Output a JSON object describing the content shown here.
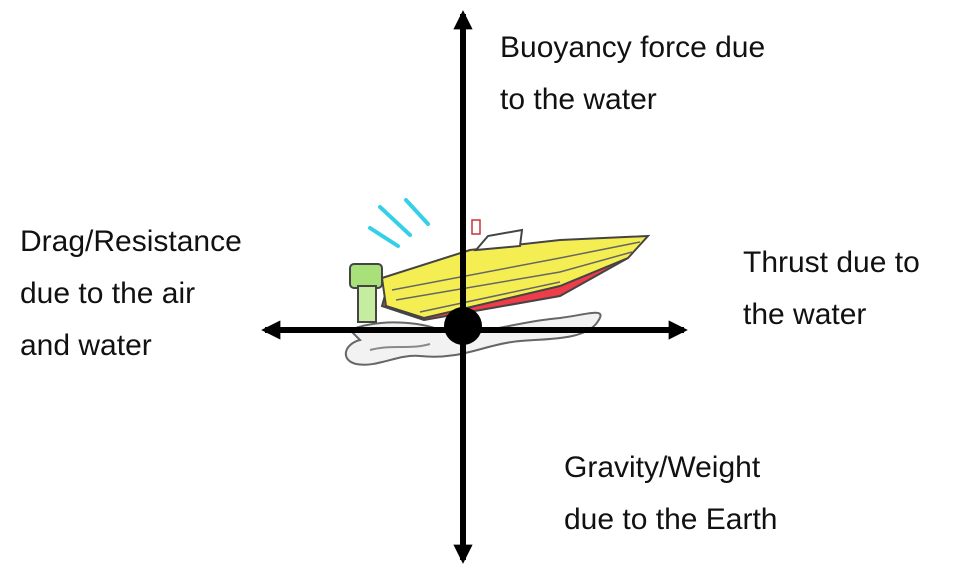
{
  "diagram": {
    "forces": {
      "up": {
        "lines": [
          "Buoyancy force due",
          "to the water"
        ]
      },
      "left": {
        "lines": [
          "Drag/Resistance",
          "due to the air",
          "and water"
        ]
      },
      "right": {
        "lines": [
          "Thrust due to",
          "the water"
        ]
      },
      "down": {
        "lines": [
          "Gravity/Weight",
          "due to the Earth"
        ]
      }
    },
    "colors": {
      "arrow": "#000000",
      "hull_top": "#f5ee52",
      "hull_bottom": "#ef3c4a",
      "motor": "#a8e07a",
      "splash": "#f2f2f2",
      "speed_lines": "#35d0e8"
    },
    "icons": [
      "boat-icon",
      "speed-lines-icon",
      "water-splash-icon"
    ]
  }
}
